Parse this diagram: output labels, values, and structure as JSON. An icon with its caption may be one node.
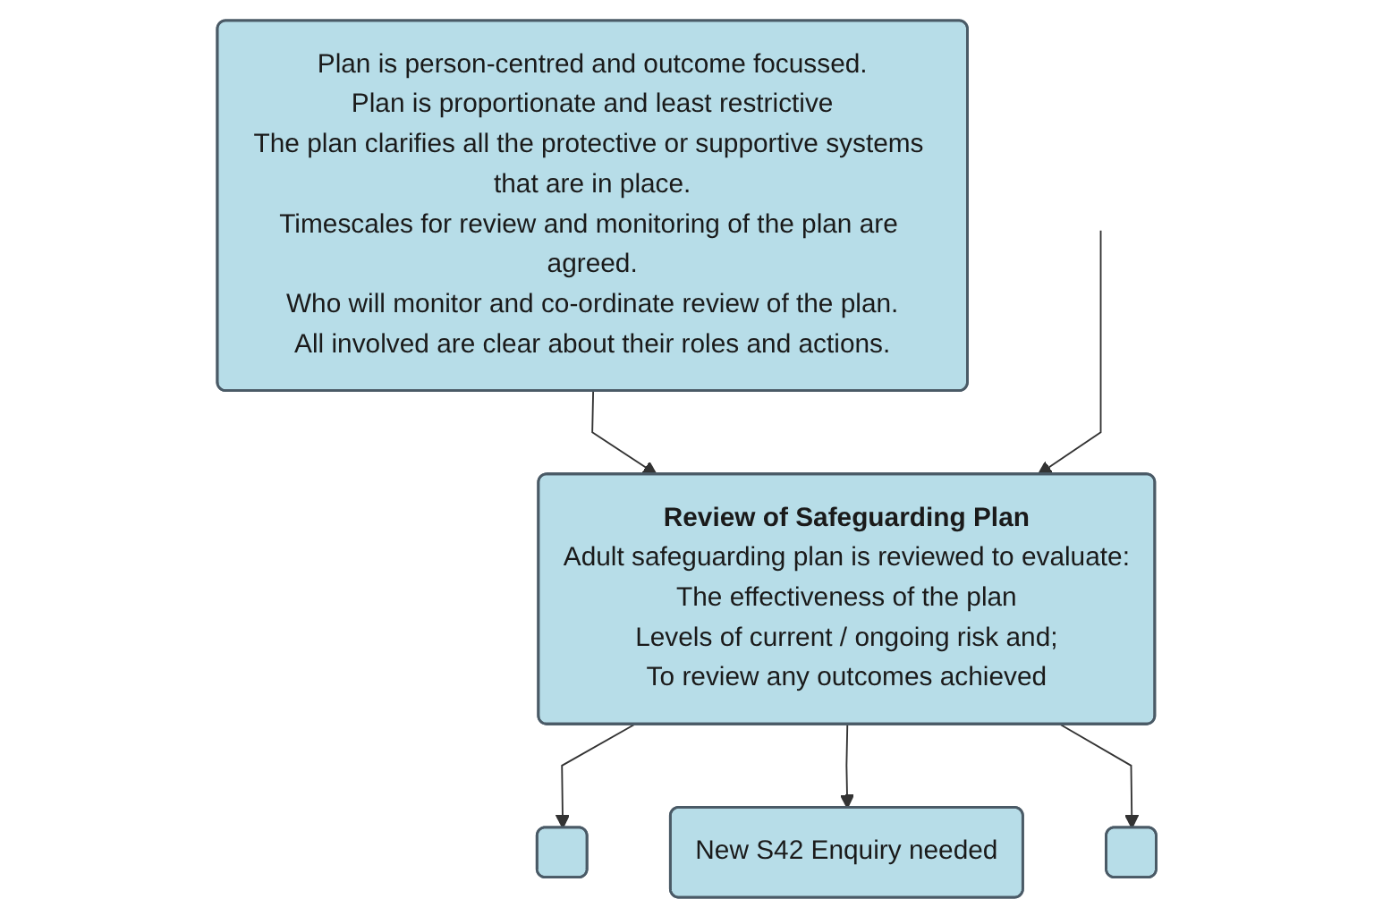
{
  "diagram": {
    "nodes": [
      {
        "text": [
          "Plan is person-centred and outcome focussed.",
          "Plan is proportionate and least restrictive",
          "The plan clarifies all the protective or supportive systems that are in place.",
          "Timescales for review and monitoring of the plan are agreed.",
          "Who will monitor and co-ordinate review of the plan.",
          "All involved are clear about their roles and actions."
        ]
      },
      {
        "text": [
          "Review of Safeguarding Plan",
          "Adult safeguarding plan is reviewed to evaluate:",
          "The effectiveness of the plan",
          "Levels of current / ongoing risk and;",
          "To review any outcomes achieved"
        ]
      },
      {
        "text": [],
        "shape": "box"
      },
      {
        "text": [
          "New S42 Enquiry needed"
        ]
      },
      {
        "text": [],
        "shape": "box"
      }
    ],
    "edges": [
      {
        "from": 0,
        "to": 1,
        "arrow": "to"
      },
      {
        "from": 1,
        "to": 2,
        "arrow": "to"
      },
      {
        "from": 1,
        "to": 3,
        "arrow": "to"
      },
      {
        "from": 1,
        "to": 4,
        "arrow": "to"
      },
      {
        "from": null,
        "to": 1,
        "arrow": "to"
      }
    ]
  }
}
